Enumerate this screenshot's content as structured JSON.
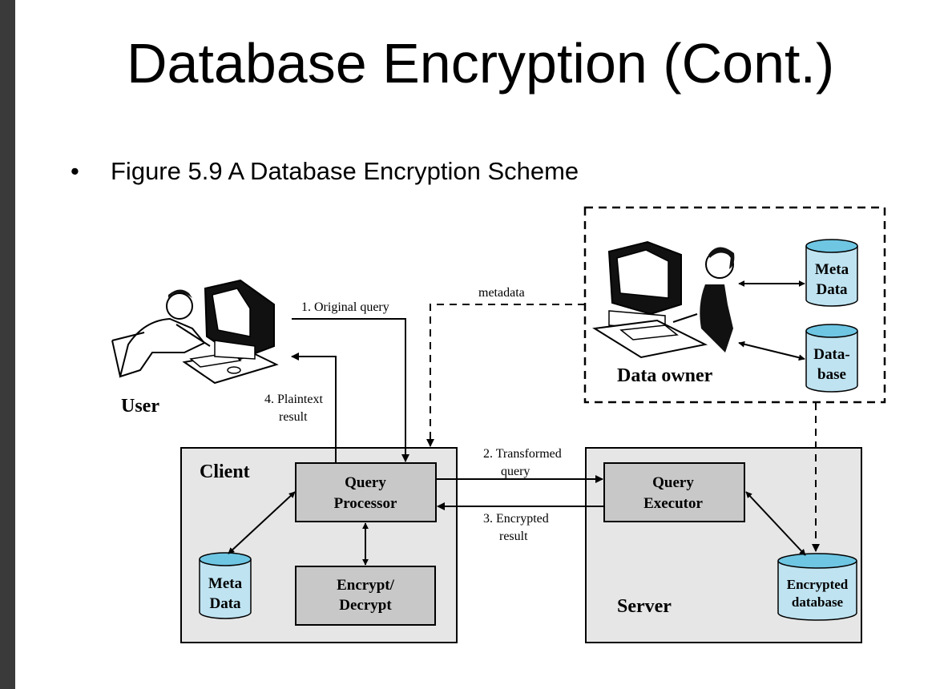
{
  "slide": {
    "title": "Database Encryption (Cont.)",
    "bullet_symbol": "•",
    "caption": "Figure 5.9 A Database Encryption Scheme"
  },
  "diagram": {
    "user_label": "User",
    "data_owner_label": "Data owner",
    "client_label": "Client",
    "server_label": "Server",
    "query_processor": [
      "Query",
      "Processor"
    ],
    "encrypt_decrypt": [
      "Encrypt/",
      "Decrypt"
    ],
    "query_executor": [
      "Query",
      "Executor"
    ],
    "client_meta_data": [
      "Meta",
      "Data"
    ],
    "owner_meta_data": [
      "Meta",
      "Data"
    ],
    "owner_database": [
      "Data-",
      "base"
    ],
    "encrypted_database": [
      "Encrypted",
      "database"
    ],
    "step1": "1. Original query",
    "step2": [
      "2. Transformed",
      "query"
    ],
    "step3": [
      "3. Encrypted",
      "result"
    ],
    "step4": [
      "4. Plaintext",
      "result"
    ],
    "metadata_label": "metadata"
  },
  "colors": {
    "container_fill": "#e6e6e6",
    "box_fill": "#c8c8c8",
    "cylinder_fill": "#bfe3f1",
    "cylinder_top": "#6ec6e3",
    "left_bar": "#3a3a3a"
  }
}
